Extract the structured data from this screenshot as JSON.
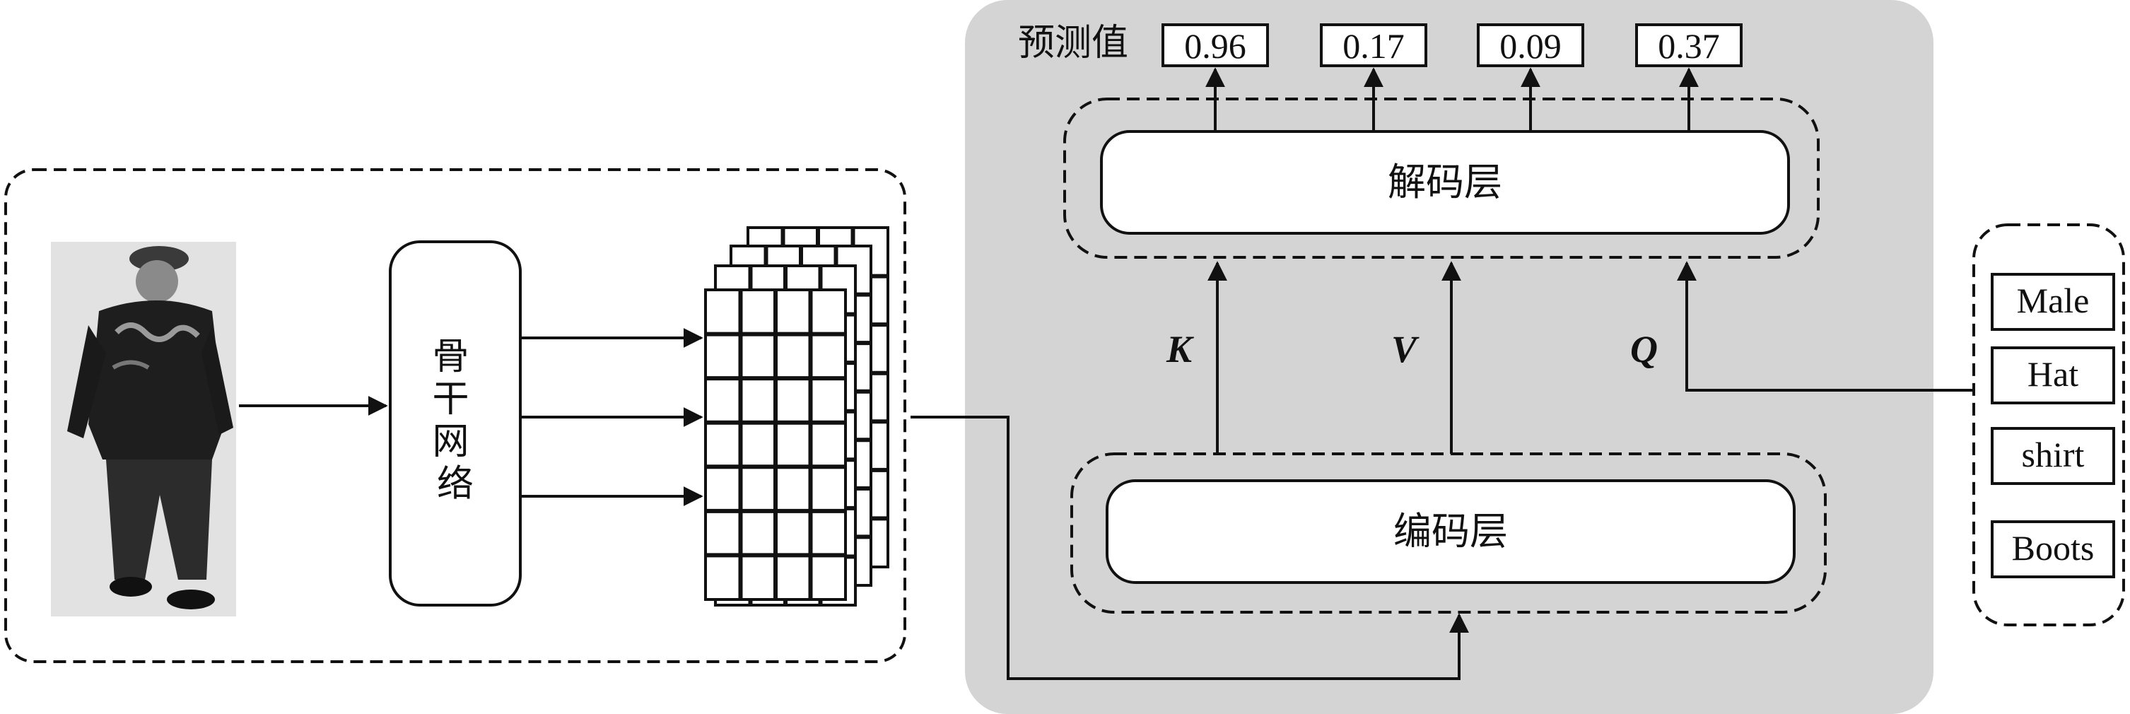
{
  "predictions": {
    "label": "预测值",
    "values": [
      "0.96",
      "0.17",
      "0.09",
      "0.37"
    ]
  },
  "backbone": {
    "label_lines": [
      "骨",
      "干",
      "网",
      "络"
    ]
  },
  "decoder": {
    "label": "解码层"
  },
  "encoder": {
    "label": "编码层"
  },
  "inputs": {
    "k": "K",
    "v": "V",
    "q": "Q"
  },
  "queries": [
    "Male",
    "Hat",
    "shirt",
    "Boots"
  ],
  "colors": {
    "transformer_panel_bg": "#d4d4d4",
    "stroke": "#111111"
  }
}
